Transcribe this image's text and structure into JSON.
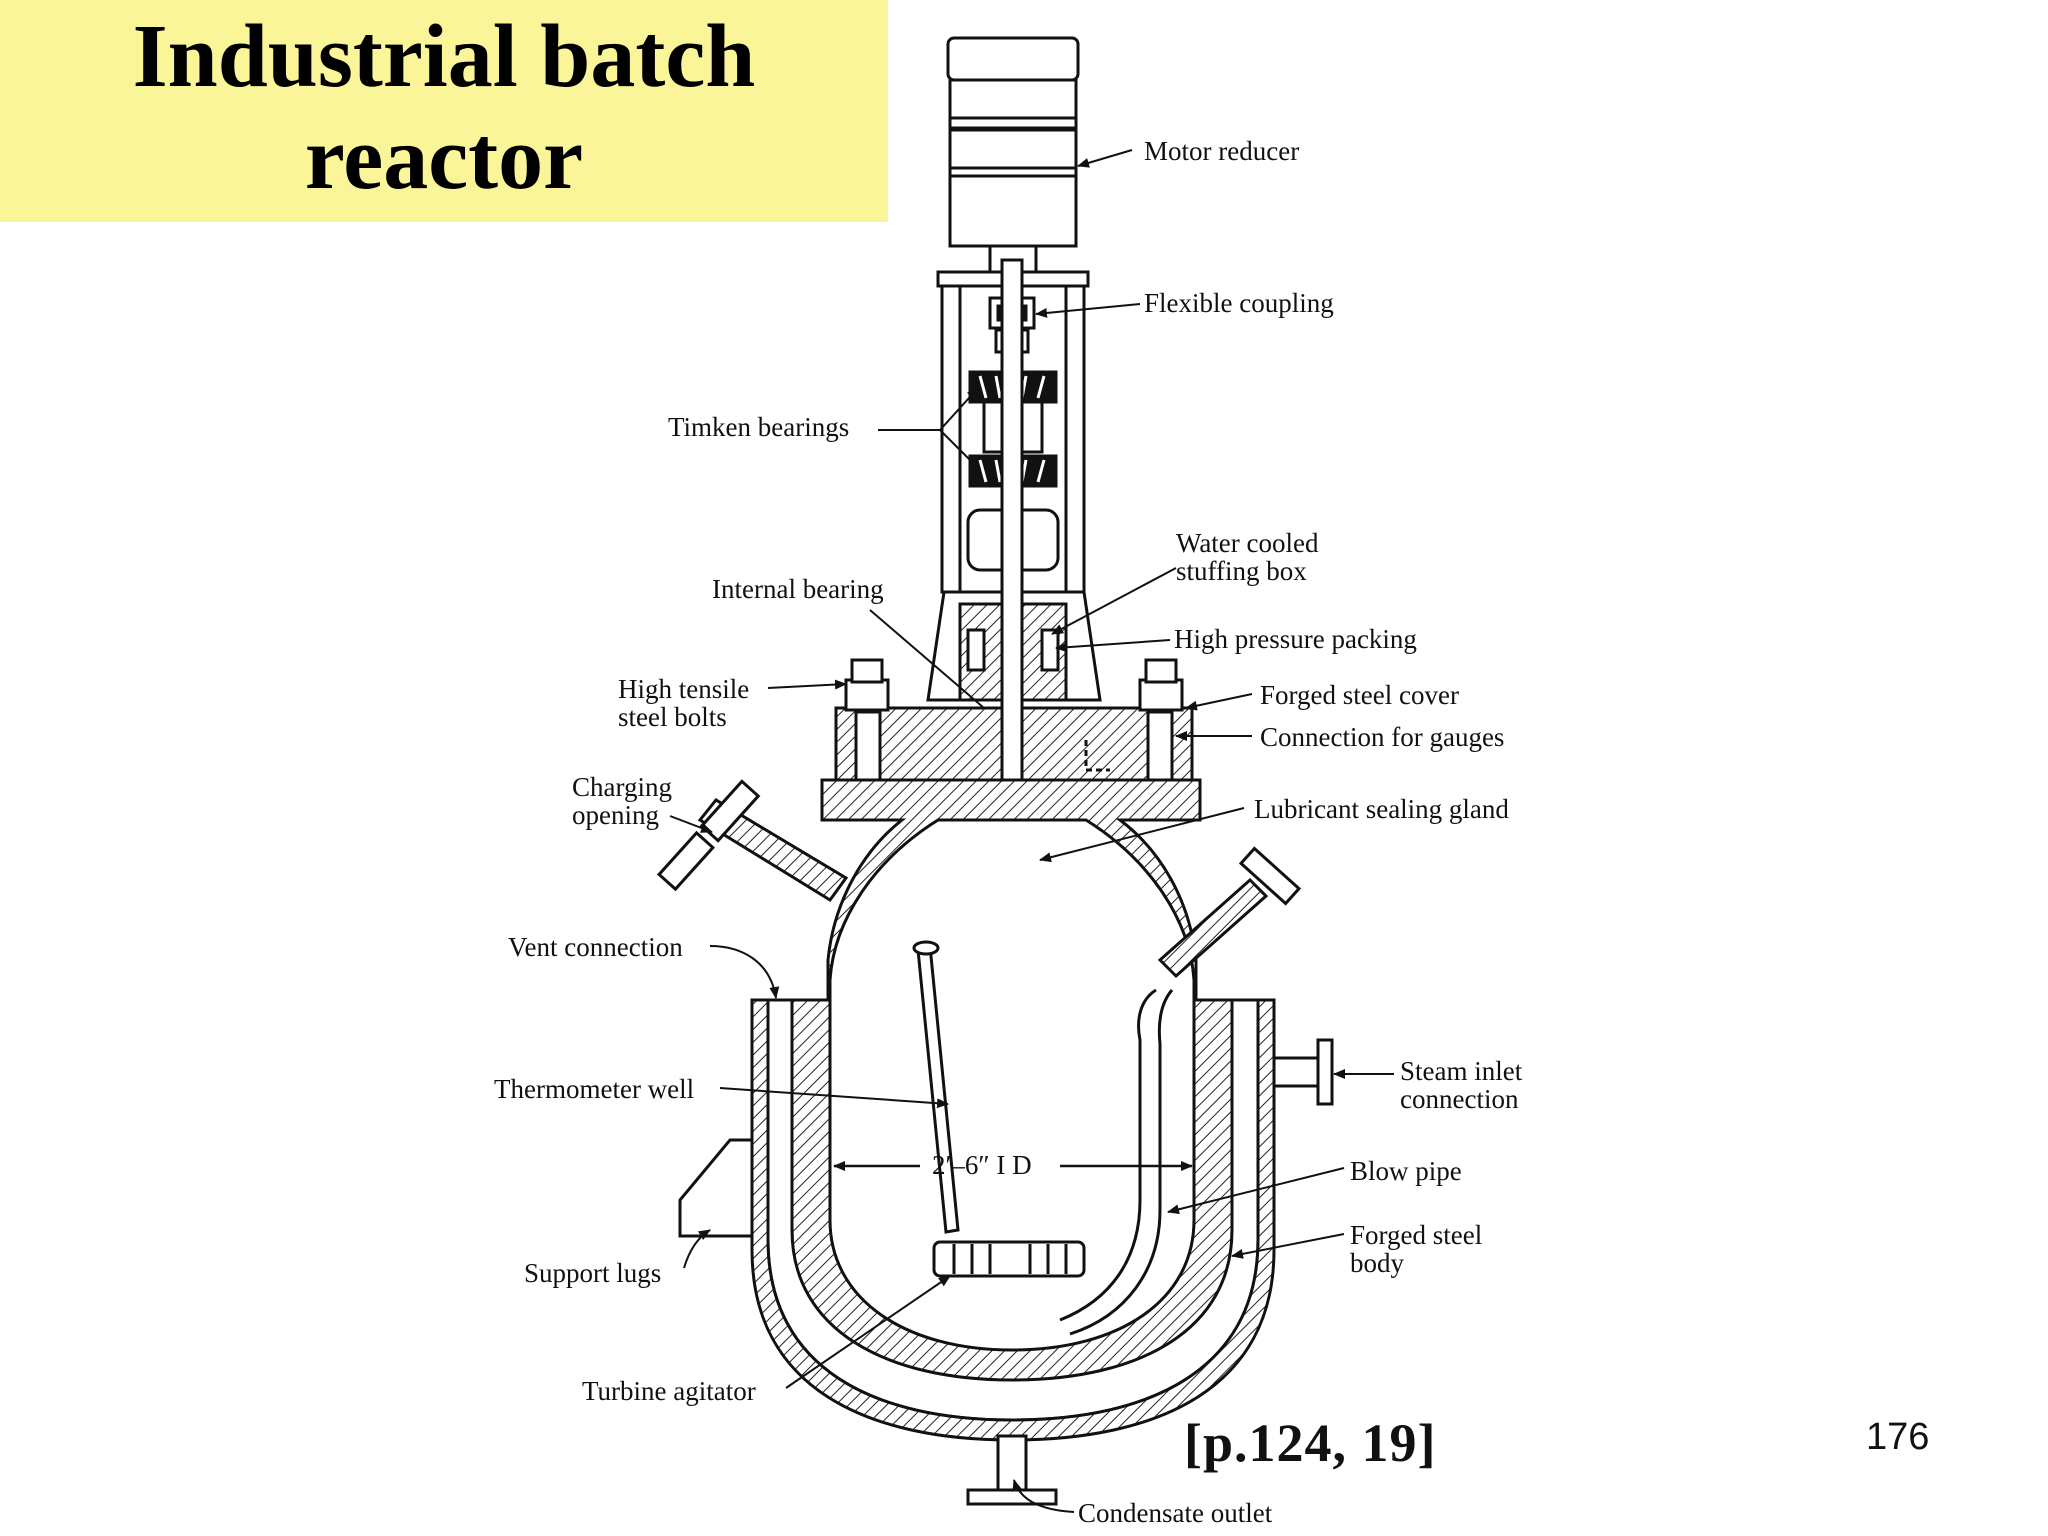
{
  "slide": {
    "title": "Industrial batch\nreactor",
    "citation": "[p.124, 19]",
    "page_number": "176"
  },
  "diagram": {
    "dimension_label": "2′–6″ I D",
    "labels": {
      "motor_reducer": "Motor reducer",
      "flexible_coupling": "Flexible coupling",
      "timken_bearings": "Timken bearings",
      "water_cooled_1": "Water cooled",
      "water_cooled_2": "stuffing box",
      "internal_bearing": "Internal bearing",
      "high_pressure_packing": "High pressure packing",
      "high_tensile_1": "High tensile",
      "high_tensile_2": "steel bolts",
      "forged_steel_cover": "Forged steel cover",
      "connection_for_gauges": "Connection for gauges",
      "charging_1": "Charging",
      "charging_2": "opening",
      "lubricant_sealing_gland": "Lubricant sealing gland",
      "vent_connection": "Vent connection",
      "thermometer_well": "Thermometer well",
      "steam_inlet_1": "Steam inlet",
      "steam_inlet_2": "connection",
      "blow_pipe": "Blow pipe",
      "forged_steel_body_1": "Forged steel",
      "forged_steel_body_2": "body",
      "support_lugs": "Support lugs",
      "turbine_agitator": "Turbine agitator",
      "condensate_outlet": "Condensate outlet"
    }
  },
  "colors": {
    "title_background": "#fbf59a",
    "ink": "#111111"
  }
}
